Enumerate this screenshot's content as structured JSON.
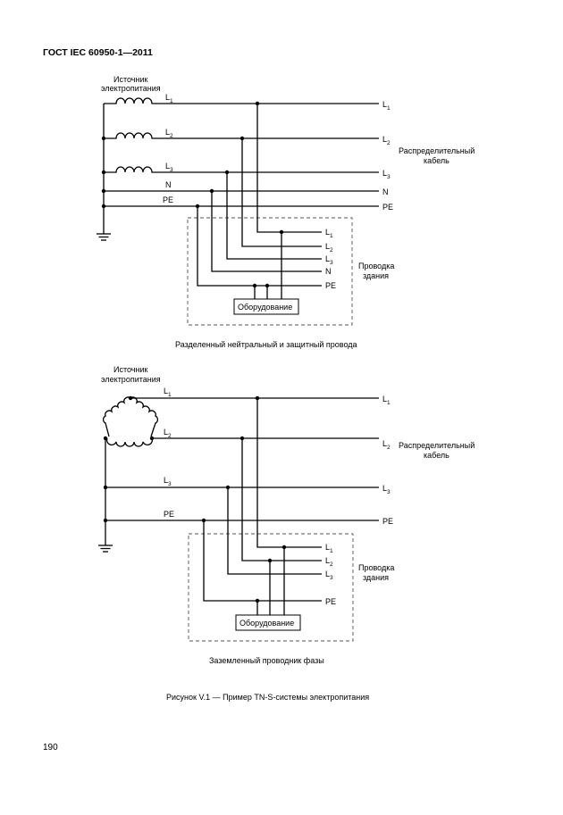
{
  "header": {
    "title": "ГОСТ IEC 60950-1—2011"
  },
  "diagram1": {
    "source_line1": "Источник",
    "source_line2": "электропитания",
    "line_left": [
      "L",
      "L",
      "L",
      "N",
      "PE"
    ],
    "line_left_sub": [
      "1",
      "2",
      "3"
    ],
    "line_right": [
      "L",
      "L",
      "L",
      "N",
      "PE"
    ],
    "line_right_sub": [
      "1",
      "2",
      "3"
    ],
    "cable_line1": "Распределительный",
    "cable_line2": "кабель",
    "box_lines": [
      "L",
      "L",
      "L",
      "N",
      "PE"
    ],
    "box_subs": [
      "1",
      "2",
      "3"
    ],
    "wiring_line1": "Проводка",
    "wiring_line2": "здания",
    "equipment": "Оборудование",
    "caption": "Разделенный нейтральный и защитный провода"
  },
  "diagram2": {
    "source_line1": "Источник",
    "source_line2": "электропитания",
    "line_left": [
      "L",
      "L",
      "L",
      "PE"
    ],
    "line_left_sub": [
      "1",
      "2",
      "3"
    ],
    "line_right": [
      "L",
      "L",
      "L",
      "PE"
    ],
    "line_right_sub": [
      "1",
      "2",
      "3"
    ],
    "cable_line1": "Распределительный",
    "cable_line2": "кабель",
    "box_lines": [
      "L",
      "L",
      "L",
      "PE"
    ],
    "box_subs": [
      "1",
      "2",
      "3"
    ],
    "wiring_line1": "Проводка",
    "wiring_line2": "здания",
    "equipment": "Оборудование",
    "caption": "Заземленный проводник фазы"
  },
  "figure_caption": "Рисунок V.1 — Пример TN-S-системы электропитания",
  "page_number": "190"
}
